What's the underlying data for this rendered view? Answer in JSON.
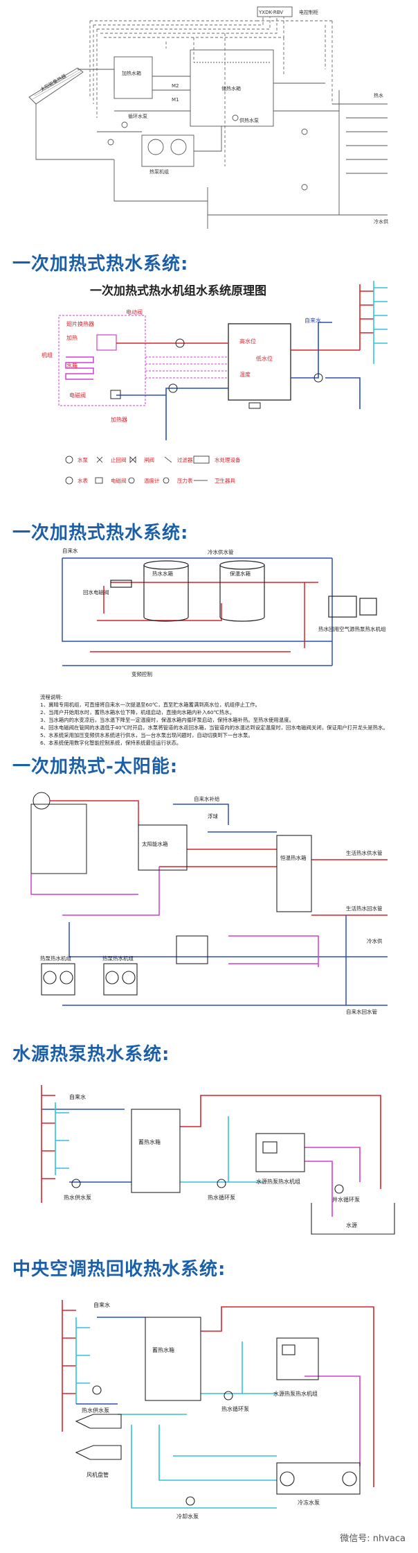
{
  "sec1": {
    "controller": "YXDK-RBV",
    "controller_note": "电控制柜",
    "solar": "太阳能集热器",
    "tank_a": "加热水箱",
    "tank_b": "储热水箱",
    "heatpump": "热泵机组",
    "pump1": "循环水泵",
    "pump2": "供热水泵",
    "hot_out": "热水",
    "cold_in": "冷水供",
    "m1": "M1",
    "m2": "M2"
  },
  "sec2": {
    "heading": "一次加热式热水系统:",
    "title": "一次加热式热水机组水系统原理图",
    "valve": "电动阀",
    "fin": "翅片换热器",
    "heat": "加热",
    "unit": "机组",
    "water": "水箱",
    "solenoid": "电磁阀",
    "high": "高水位",
    "low": "低水位",
    "temp": "温度",
    "tap": "自来水",
    "pump_note": "加热器",
    "legend": [
      "水泵",
      "止回阀",
      "闸阀",
      "过滤器",
      "水处理设备",
      "水表",
      "电磁阀",
      "温度计",
      "压力表",
      "卫生器具"
    ]
  },
  "sec3": {
    "heading": "一次加热式热水系统:",
    "top": "冷水供水管",
    "tap": "自来水",
    "tank1": "热水水箱",
    "tank2": "保温水箱",
    "loop": "回水电磁阀",
    "hp_label": "热水回用空气源热泵热水机组",
    "bottom": "变频控制",
    "notes_title": "流程说明:",
    "notes": [
      "1、冀晴专用机组，可直接将自来水一次提温至60℃，直至贮水箱蓄满到高水位，机组停止工作。",
      "2、当用户开始用水时，蓄热水箱水位下降，机组启动，直接向水箱内补入60℃热水。",
      "3、当水箱内的水变凉后，当水温下降至一定温度时，保温水箱内循环泵启动，保持水箱补热。至热水使用温度。",
      "4、回水电磁阀在管网的水温低于40℃时开启，水泵将管道的水返回水箱，当管道内的水温达到设定温度时，回水电磁阀关闭，保证用户打开龙头是热水。",
      "5、水系统采用加压变频供水系统进行供水，当一台水泵出现问题时，自动切换到下一台水泵。",
      "6、本系统使用数字化智能控制系统，保持系统最佳运行状态。"
    ]
  },
  "sec4": {
    "heading": "一次加热式-太阳能:",
    "solar_tank": "太阳能水箱",
    "constant": "恒温热水箱",
    "tap": "自来水补给",
    "supply": "生活热水供水管",
    "return": "生活热水回水管",
    "cold": "冷水供",
    "hp1": "热泵热水机组",
    "hp2": "热泵热水机组",
    "cw": "自来水回水管",
    "float": "浮球"
  },
  "sec5": {
    "heading": "水源热泵热水系统:",
    "tap": "自来水",
    "tank": "蓄热水箱",
    "pump1": "热水供水泵",
    "pump2": "热水循环泵",
    "unit": "水源热泵热水机组",
    "pump3": "井水循环泵",
    "well": "水源"
  },
  "sec6": {
    "heading": "中央空调热回收热水系统:",
    "tap": "自来水",
    "tank": "蓄热水箱",
    "pump1": "热水供水泵",
    "pump2": "热水循环泵",
    "unit": "水源热泵热水机组",
    "fcu": "风机盘管",
    "cooling": "冷却水泵",
    "chiller": "冷冻水泵"
  },
  "watermark": "微信号: nhvaca"
}
